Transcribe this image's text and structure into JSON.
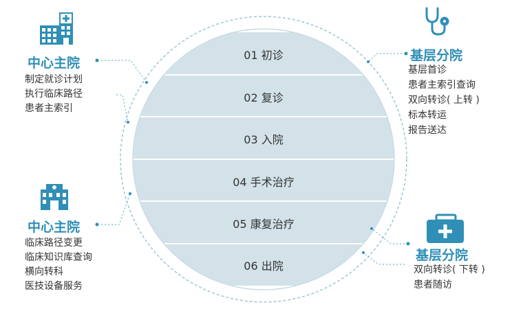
{
  "steps": [
    {
      "label": "01 初诊"
    },
    {
      "label": "02 复诊"
    },
    {
      "label": "03 入院"
    },
    {
      "label": "04 手术治疗"
    },
    {
      "label": "05 康复治疗"
    },
    {
      "label": "06 出院"
    }
  ],
  "top_left": {
    "title": "中心主院",
    "items": [
      "制定就诊计划",
      "执行临床路径",
      "患者主索引"
    ],
    "icon": "hospital-building-icon"
  },
  "bottom_left": {
    "title": "中心主院",
    "items": [
      "临床路径变更",
      "临床知识库查询",
      "横向转科",
      "医技设备服务"
    ],
    "icon": "hospital-icon"
  },
  "top_right": {
    "title": "基层分院",
    "items": [
      "基层首诊",
      "患者主索引查询",
      "双向转诊( 上转 )",
      "标本转运",
      "报告送达"
    ],
    "icon": "stethoscope-icon"
  },
  "bottom_right": {
    "title": "基层分院",
    "items": [
      "双向转诊( 下转 )",
      "患者随访"
    ],
    "icon": "medical-kit-icon"
  },
  "colors": {
    "accent": "#2f8fb6",
    "band": "#d3e1e8",
    "circle_border": "#a9cbd8",
    "text": "#333333"
  }
}
